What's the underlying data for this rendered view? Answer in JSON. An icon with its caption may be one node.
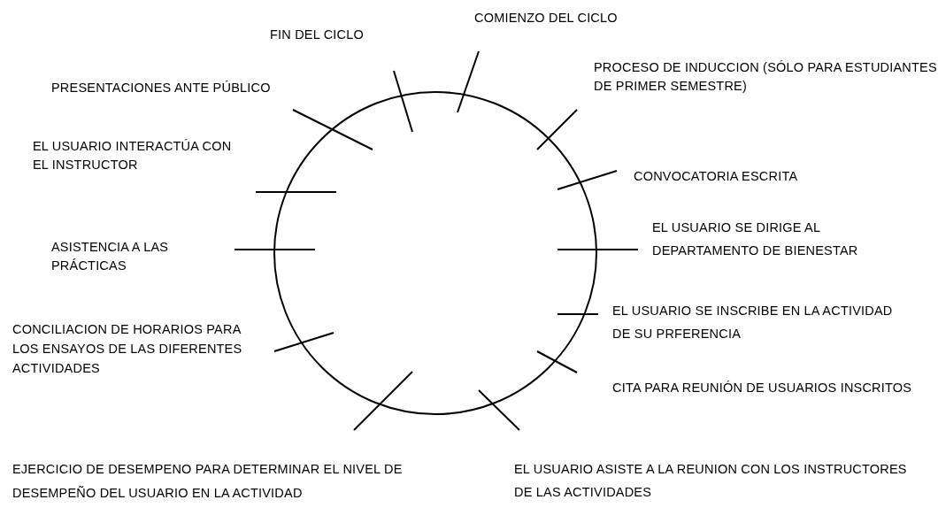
{
  "diagram": {
    "labels": [
      "COMIENZO DEL CICLO",
      "PROCESO DE INDUCCION (SÓLO PARA ESTUDIANTES DE PRIMER SEMESTRE)",
      "CONVOCATORIA ESCRITA",
      "EL USUARIO SE DIRIGE AL DEPARTAMENTO DE BIENESTAR",
      "EL USUARIO SE INSCRIBE EN LA ACTIVIDAD DE SU PRFERENCIA",
      "CITA PARA REUNIÓN DE USUARIOS INSCRITOS",
      "EL USUARIO ASISTE A LA REUNION CON LOS INSTRUCTORES DE LAS ACTIVIDADES",
      "EJERCICIO DE DESEMPENO PARA DETERMINAR EL NIVEL DE DESEMPEÑO DEL USUARIO EN LA ACTIVIDAD",
      "CONCILIACION DE HORARIOS PARA LOS ENSAYOS DE LAS DIFERENTES ACTIVIDADES",
      "ASISTENCIA A LAS PRÁCTICAS",
      "EL USUARIO INTERACTÚA CON EL INSTRUCTOR",
      "PRESENTACIONES ANTE PÚBLICO",
      "FIN DEL CICLO"
    ]
  }
}
